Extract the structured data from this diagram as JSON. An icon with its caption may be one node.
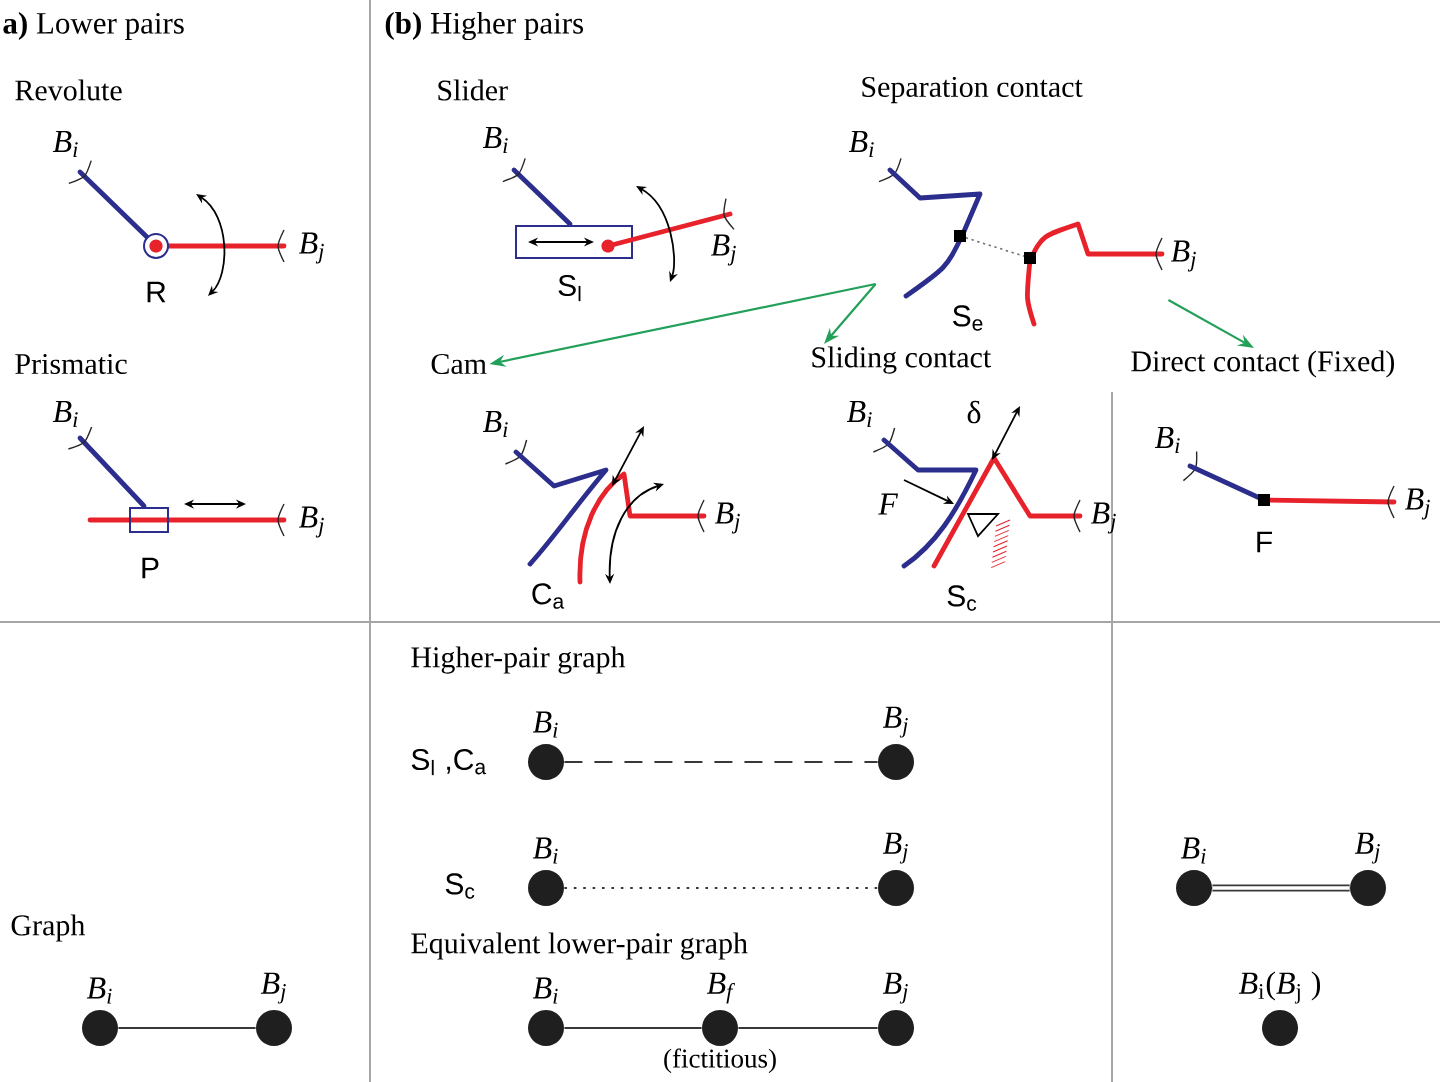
{
  "diagram": {
    "nodes": [
      {
        "text": [],
        "shape": "picture"
      },
      {
        "text": [
          "Cam"
        ]
      },
      {
        "text": [
          "Sliding contact"
        ]
      },
      {
        "text": [
          "Direct contact (Fixed)"
        ]
      },
      {
        "text": [],
        "shape": "circle",
        "beside": [
          "B$_{i}$"
        ]
      },
      {
        "text": [],
        "shape": "circle",
        "beside": [
          "B$_{j}$"
        ]
      },
      {
        "text": [],
        "shape": "circle",
        "beside": [
          "B$_{i}$"
        ]
      },
      {
        "text": [],
        "shape": "circle",
        "beside": [
          "B$_{j}$"
        ]
      },
      {
        "text": [],
        "shape": "circle",
        "beside": [
          "B$_{i}$"
        ]
      },
      {
        "text": [],
        "shape": "circle",
        "beside": [
          "B$_{j}$"
        ]
      },
      {
        "text": [],
        "shape": "circle",
        "beside": [
          "B$_{i}$"
        ]
      },
      {
        "text": [],
        "shape": "circle",
        "beside": [
          "B$_{j}$"
        ]
      },
      {
        "text": [],
        "shape": "circle",
        "beside": [
          "B$_{i}$"
        ]
      },
      {
        "text": [],
        "shape": "circle",
        "beside": [
          "B$_{f}$",
          "(fictitious)"
        ]
      },
      {
        "text": [],
        "shape": "circle",
        "beside": [
          "B$_{j}$"
        ]
      },
      {
        "text": [],
        "shape": "circle",
        "beside": [
          "*B*$_{i}$(*B*$_{j}$ )"
        ]
      }
    ],
    "edges": [
      {
        "from": 0,
        "to": 1,
        "arrow": "to",
        "color": "#22a05a"
      },
      {
        "from": 0,
        "to": 2,
        "arrow": "to",
        "color": "#22a05a"
      },
      {
        "from": 0,
        "to": 3,
        "arrow": "to",
        "color": "#22a05a"
      },
      {
        "from": 4,
        "to": 5,
        "arrow": "none",
        "style": "dashed"
      },
      {
        "from": 6,
        "to": 7,
        "arrow": "none",
        "style": "dashed"
      },
      {
        "from": 8,
        "to": 9,
        "arrow": "none",
        "style": "thick"
      },
      {
        "from": 10,
        "to": 11,
        "arrow": "none"
      },
      {
        "from": 12,
        "to": 13,
        "arrow": "none"
      },
      {
        "from": 13,
        "to": 14,
        "arrow": "none"
      }
    ],
    "labels": [
      "**a)** Lower pairs",
      "**(b)** Higher pairs",
      "Revolute",
      "B$_{i}$",
      "B$_{j}$",
      "R",
      "Slider",
      "B$_{i}$",
      "B$_{j}$",
      "S$_{l}$",
      "Separation contact",
      "B$_{i}$",
      "B$_{j}$",
      "S$_{e}$",
      "Prismatic",
      "B$_{i}$",
      "B$_{j}$",
      "P",
      "B$_{i}$",
      "B$_{j}$",
      "C$_{a}$",
      "B$_{i}$",
      "δ",
      "F",
      "B$_{j}$",
      "S$_{c}$",
      "B$_{i}$",
      "B$_{j}$",
      "F",
      "Higher-pair graph",
      "S$_{l}$ ,C$_{a}$",
      "S$_{c}$",
      "Graph",
      "Equivalent lower-pair graph"
    ]
  }
}
